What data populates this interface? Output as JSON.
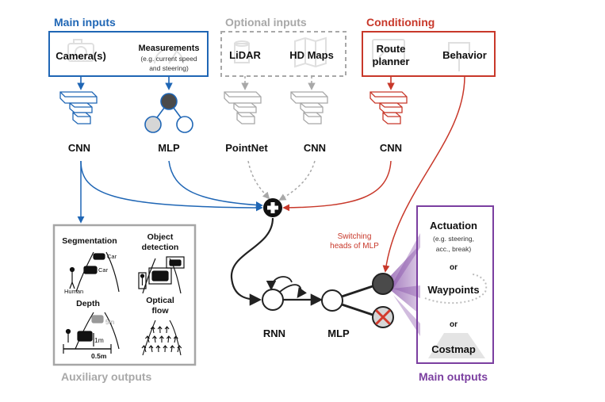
{
  "colors": {
    "main": "#1f66b5",
    "optional": "#a8a8a8",
    "conditioning": "#c8382a",
    "main_outputs": "#7b3fa0",
    "aux_box": "#a6a6a6",
    "dark": "#222222",
    "node_dark": "#4a4a4a",
    "node_light": "#d6d6d6",
    "cross": "#d33a2c"
  },
  "groups": {
    "main_inputs": "Main inputs",
    "optional_inputs": "Optional inputs",
    "conditioning": "Conditioning",
    "auxiliary_outputs": "Auxiliary outputs",
    "main_outputs": "Main outputs"
  },
  "inputs": {
    "camera": "Camera(s)",
    "measurements": "Measurements",
    "measurements_note_1": "(e.g. current speed",
    "measurements_note_2": "and steering)",
    "lidar": "LiDAR",
    "hd_maps": "HD Maps",
    "route_planner_1": "Route",
    "route_planner_2": "planner",
    "behavior": "Behavior"
  },
  "encoders": {
    "cnn_camera": "CNN",
    "mlp": "MLP",
    "pointnet": "PointNet",
    "cnn_maps": "CNN",
    "cnn_route": "CNN"
  },
  "core": {
    "rnn": "RNN",
    "mlp": "MLP",
    "switching_1": "Switching",
    "switching_2": "heads of MLP"
  },
  "auxiliary": {
    "segmentation": "Segmentation",
    "object_detection_1": "Object",
    "object_detection_2": "detection",
    "depth": "Depth",
    "optical_flow_1": "Optical",
    "optical_flow_2": "flow",
    "car_1": "Car",
    "car_2": "Car",
    "human": "Human",
    "depth_5m": "5m",
    "depth_1m": "1m",
    "depth_05m": "0.5m"
  },
  "outputs": {
    "actuation": "Actuation",
    "actuation_note_1": "(e.g. steering,",
    "actuation_note_2": "acc., break)",
    "or_1": "or",
    "waypoints": "Waypoints",
    "or_2": "or",
    "costmap": "Costmap"
  },
  "icons": {
    "camera": "camera-icon",
    "speedometer": "speedometer-icon",
    "lidar": "lidar-icon",
    "map": "map-icon",
    "route": "route-icon",
    "behavior": "road-sign-icon",
    "cnn": "cnn-stack-icon",
    "mlp": "mlp-graph-icon",
    "fusion": "plus-circle-icon",
    "cross": "cross-icon"
  }
}
